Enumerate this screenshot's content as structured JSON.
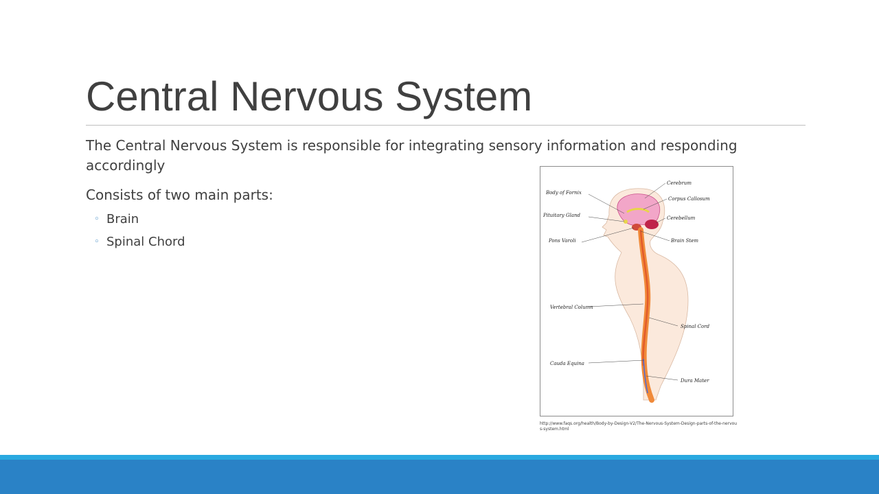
{
  "slide": {
    "title": "Central Nervous System",
    "paragraphs": [
      "The Central Nervous System is responsible for integrating sensory information and responding accordingly",
      "Consists of two main parts:"
    ],
    "bullets": [
      "Brain",
      "Spinal Chord"
    ]
  },
  "figure": {
    "labels": {
      "body_of_fornix": "Body of Fornix",
      "pituitary_gland": "Pituitary Gland",
      "pons_varoli": "Pons Varoli",
      "vertebral_column": "Vertebral Column",
      "cauda_equina": "Cauda Equina",
      "cerebrum": "Cerebrum",
      "corpus_callosum": "Corpus Callosum",
      "cerebellum": "Cerebellum",
      "brain_stem": "Brain Stem",
      "spinal_cord": "Spinal Cord",
      "dura_mater": "Dura Mater"
    },
    "caption": "http://www.faqs.org/health/Body-by-Design-V2/The-Nervous-System-Design-parts-of-the-nervous-system.html"
  },
  "colors": {
    "title": "#404040",
    "accent_bullet": "#2e7fbf",
    "band_thin": "#29a9e0",
    "band_main": "#2a82c6"
  }
}
